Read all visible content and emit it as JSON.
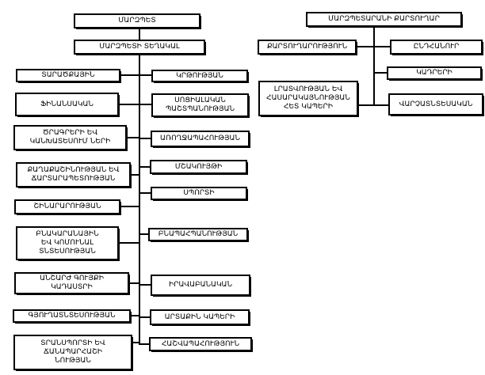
{
  "left_tree": {
    "root": "ՄԱՐԶՊԵՏ",
    "deputy": "ՄԱՐԶՊԵՏԻ ՏԵՂԱԿԱԼ",
    "departments_left": [
      "ՏԱՐԱԾՔԱՅԻՆ",
      "ՖԻՆԱՆՍԱԿԱՆ",
      "ԾՐԱԳՐԵՐԻ ԵՎ\nԿԱՆԽԱՏԵՍՈՒՄ ՆԵՐԻ",
      "ՔԱՂԱՔԱՇԻՆՈՒԹՅԱՆ ԵՎ\nՃԱՐՏԱՐԱՊԵՏՈՒԹՅԱՆ",
      "ՇԻՆԱՐԱՐՈՒԹՅԱՆ",
      "ԲՆԱԿԱՐԱՆԱՅԻՆ\nԵՎ ԿՈՄՈՒՆԱԼ\nՏՆՏԵՍՈՒԹՅԱՆ",
      "ԱՆՇԱՐԺ ԳՈՒՅՔԻ\nԿԱԴԱՍՏՐԻ",
      "ԳՅՈՒՂԱՏՆՏԵՍՈՒԹՅԱՆ",
      "ՏՐԱՆՍՊՈՐՏԻ ԵՎ\nՃԱՆԱՊԱՐՀԱՇԻ\nՆՈՒԹՅԱՆ"
    ],
    "departments_right": [
      "ԿՐԹՈՒԹՅԱՆ",
      "ՍՈՑԻԱԼԱԿԱՆ\nՊԱՇՏՊԱՆՈՒԹՅԱՆ",
      "ԱՌՈՂՋԱՊԱՀՈՒԹՅԱՆ",
      "ՄՇԱԿՈՒՅԹԻ",
      "ՍՊՈՐՏԻ",
      "ԲՆԱՊԱՀՊԱՆՈՒԹՅԱՆ",
      "ԻՐԱՎԱԲԱՆԱԿԱՆ",
      "ԱՐՏԱՔԻՆ ԿԱՊԵՐԻ",
      "ՀԱՇՎԱՊԱՀՈՒԹՅՈՒՆ"
    ]
  },
  "right_tree": {
    "root": "ՄԱՐԶՊԵՏԱՐԱՆԻ ՔԱՐՏՈՒՂԱՐ",
    "units_left": [
      "ՔԱՐՏՈՒՂԱՐՈՒԹՅՈՒՆ",
      "ԼՐԱՏՎՈՒԹՅԱՆ ԵՎ\nՀԱՍԱՐԱԿԱՅՆՈՒԹՅԱՆ\nՀԵՏ ԿԱՊԵՐԻ"
    ],
    "units_right": [
      "ԸՆԴՀԱՆՈՒՐ",
      "ԿԱԴՐԵՐԻ",
      "ՎԱՐՉԱՏՆՏԵՍԱԿԱՆ"
    ]
  },
  "colors": {
    "line": "#000000",
    "background": "#ffffff",
    "box_background": "#ffffff",
    "text": "#000000"
  }
}
